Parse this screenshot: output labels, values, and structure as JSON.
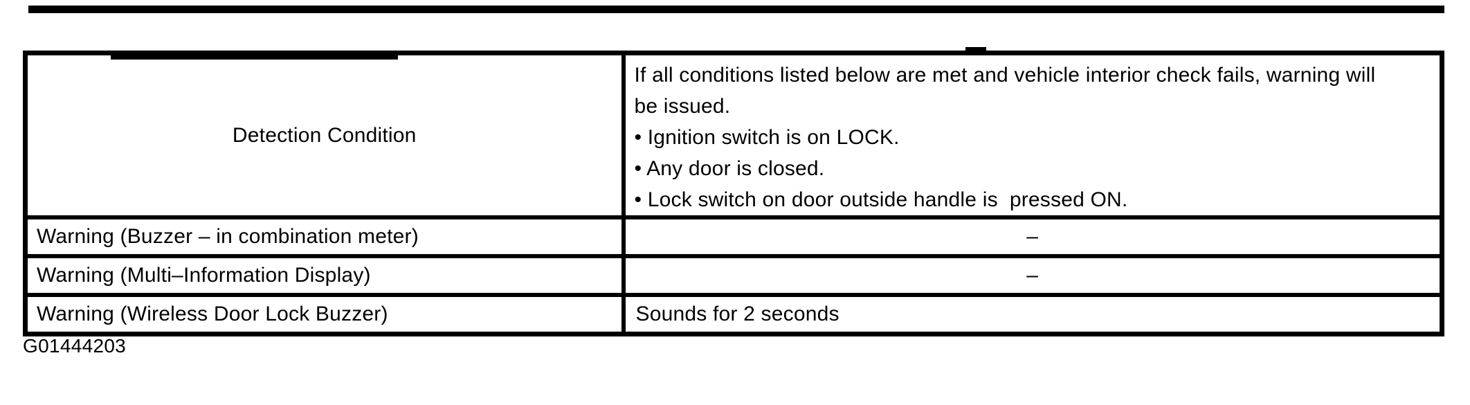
{
  "table": {
    "rows": [
      {
        "left": "Detection Condition",
        "right_lines": [
          "If all conditions listed below are met and vehicle interior check fails, warning will",
          "be issued.",
          "• Ignition switch is on LOCK.",
          "• Any door is closed.",
          "• Lock switch on door outside handle is  pressed ON."
        ]
      },
      {
        "left": "Warning (Buzzer – in combination meter)",
        "right": "–"
      },
      {
        "left": "Warning (Multi–Information Display)",
        "right": "–"
      },
      {
        "left": "Warning (Wireless Door Lock Buzzer)",
        "right": "Sounds for 2 seconds"
      }
    ]
  },
  "figure_id": "G01444203",
  "colors": {
    "ink": "#000000",
    "paper": "#ffffff"
  }
}
